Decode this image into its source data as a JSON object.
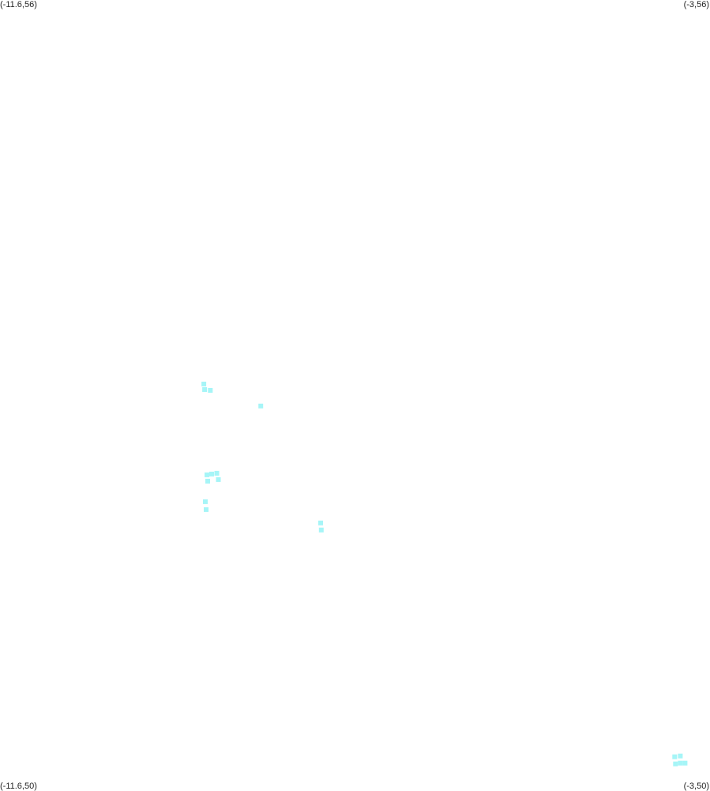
{
  "chart_data": {
    "type": "scatter",
    "title": "",
    "xlabel": "",
    "ylabel": "",
    "xlim": [
      -11.6,
      -3
    ],
    "ylim": [
      50,
      56
    ],
    "grid": false,
    "marker_color": "#a6f5f7",
    "corner_labels": {
      "top_left": "(-11.6,56)",
      "top_right": "(-3,56)",
      "bottom_left": "(-11.6,50)",
      "bottom_right": "(-3,50)"
    },
    "series": [
      {
        "points": [
          {
            "x": -9.131,
            "y": 53.081
          },
          {
            "x": -9.121,
            "y": 53.039
          },
          {
            "x": -9.053,
            "y": 53.033
          },
          {
            "x": -8.441,
            "y": 52.914
          },
          {
            "x": -9.094,
            "y": 52.391
          },
          {
            "x": -9.036,
            "y": 52.397
          },
          {
            "x": -8.974,
            "y": 52.403
          },
          {
            "x": -9.084,
            "y": 52.343
          },
          {
            "x": -8.955,
            "y": 52.355
          },
          {
            "x": -9.113,
            "y": 52.187
          },
          {
            "x": -9.103,
            "y": 52.127
          },
          {
            "x": -7.716,
            "y": 52.025
          },
          {
            "x": -7.708,
            "y": 51.972
          },
          {
            "x": -3.428,
            "y": 50.248
          },
          {
            "x": -3.36,
            "y": 50.254
          },
          {
            "x": -3.418,
            "y": 50.194
          },
          {
            "x": -3.36,
            "y": 50.2
          },
          {
            "x": -3.302,
            "y": 50.2
          }
        ]
      }
    ]
  }
}
